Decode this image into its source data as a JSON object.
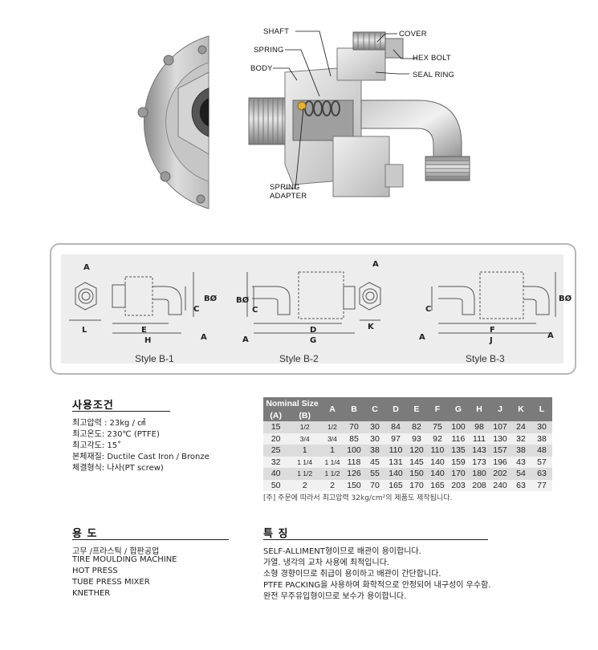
{
  "callouts": {
    "shaft": "SHAFT",
    "spring": "SPRING",
    "body": "BODY",
    "cover": "COVER",
    "hex_bolt": "HEX BOLT",
    "seal_ring": "SEAL RING",
    "spring_adapter_1": "SPRING",
    "spring_adapter_2": "ADAPTER"
  },
  "styles": {
    "b1": {
      "caption": "Style B-1",
      "labels": {
        "a1": "A",
        "l": "L",
        "e": "E",
        "c": "C",
        "b": "BØ",
        "h": "H",
        "a2": "A"
      }
    },
    "b2": {
      "caption": "Style B-2",
      "labels": {
        "b": "BØ",
        "c": "C",
        "d": "D",
        "g": "G",
        "a1": "A",
        "a2": "A",
        "k": "K"
      }
    },
    "b3": {
      "caption": "Style B-3",
      "labels": {
        "c": "C",
        "f": "F",
        "j": "J",
        "b": "BØ",
        "a1": "A",
        "a2": "A"
      }
    }
  },
  "conditions": {
    "title": "사용조건",
    "lines": [
      "최고압력 : 23kg / ㎠",
      "최고온도: 230℃ (PTFE)",
      "최고각도: 15˚",
      "본체재질: Ductile Cast Iron / Bronze",
      "체결형식: 나사(PT screw)"
    ]
  },
  "table": {
    "nominal_header": "Nominal Size",
    "sub_headers": [
      "(A)",
      "(B)"
    ],
    "columns": [
      "A",
      "B",
      "C",
      "D",
      "E",
      "F",
      "G",
      "H",
      "J",
      "K",
      "L"
    ],
    "rows": [
      [
        "15",
        "1/2",
        "1/2",
        "70",
        "30",
        "84",
        "82",
        "75",
        "100",
        "98",
        "107",
        "24",
        "30"
      ],
      [
        "20",
        "3/4",
        "3/4",
        "85",
        "30",
        "97",
        "93",
        "92",
        "116",
        "111",
        "130",
        "32",
        "38"
      ],
      [
        "25",
        "1",
        "1",
        "100",
        "38",
        "110",
        "120",
        "110",
        "135",
        "143",
        "157",
        "38",
        "48"
      ],
      [
        "32",
        "1 1/4",
        "1 1/4",
        "118",
        "45",
        "131",
        "145",
        "140",
        "159",
        "173",
        "196",
        "43",
        "57"
      ],
      [
        "40",
        "1 1/2",
        "1 1/2",
        "126",
        "55",
        "140",
        "150",
        "140",
        "170",
        "180",
        "202",
        "54",
        "63"
      ],
      [
        "50",
        "2",
        "2",
        "150",
        "70",
        "165",
        "170",
        "165",
        "203",
        "208",
        "240",
        "63",
        "77"
      ]
    ],
    "note": "[주] 주문에 따라서 최고압력 32kg/cm²의 제품도 제작됩니다."
  },
  "usage": {
    "title": "용 도",
    "lines": [
      "고무 /프라스틱 / 합판공업",
      "TIRE MOULDING MACHINE",
      "HOT PRESS",
      "TUBE PRESS MIXER",
      "KNETHER"
    ]
  },
  "features": {
    "title": "특 징",
    "lines": [
      "SELF-ALLIMENT형이므로 배관이 용이합니다.",
      "가열. 냉각의 교차 사용에 최적입니다.",
      "소형 경향이므로 취급이 용이하고 배관이 간단합니다.",
      "PTFE PACKING을 사용하여 화학적으로 안정되어 내구성이 우수함.",
      "완전 무주유입형이므로 보수가 용이합니다."
    ]
  },
  "colors": {
    "metal_light": "#d9d9d9",
    "metal_mid": "#b5b5b5",
    "metal_dark": "#7a7a7a",
    "table_header": "#7b7b7b",
    "panel_border": "#b7b7b7"
  }
}
